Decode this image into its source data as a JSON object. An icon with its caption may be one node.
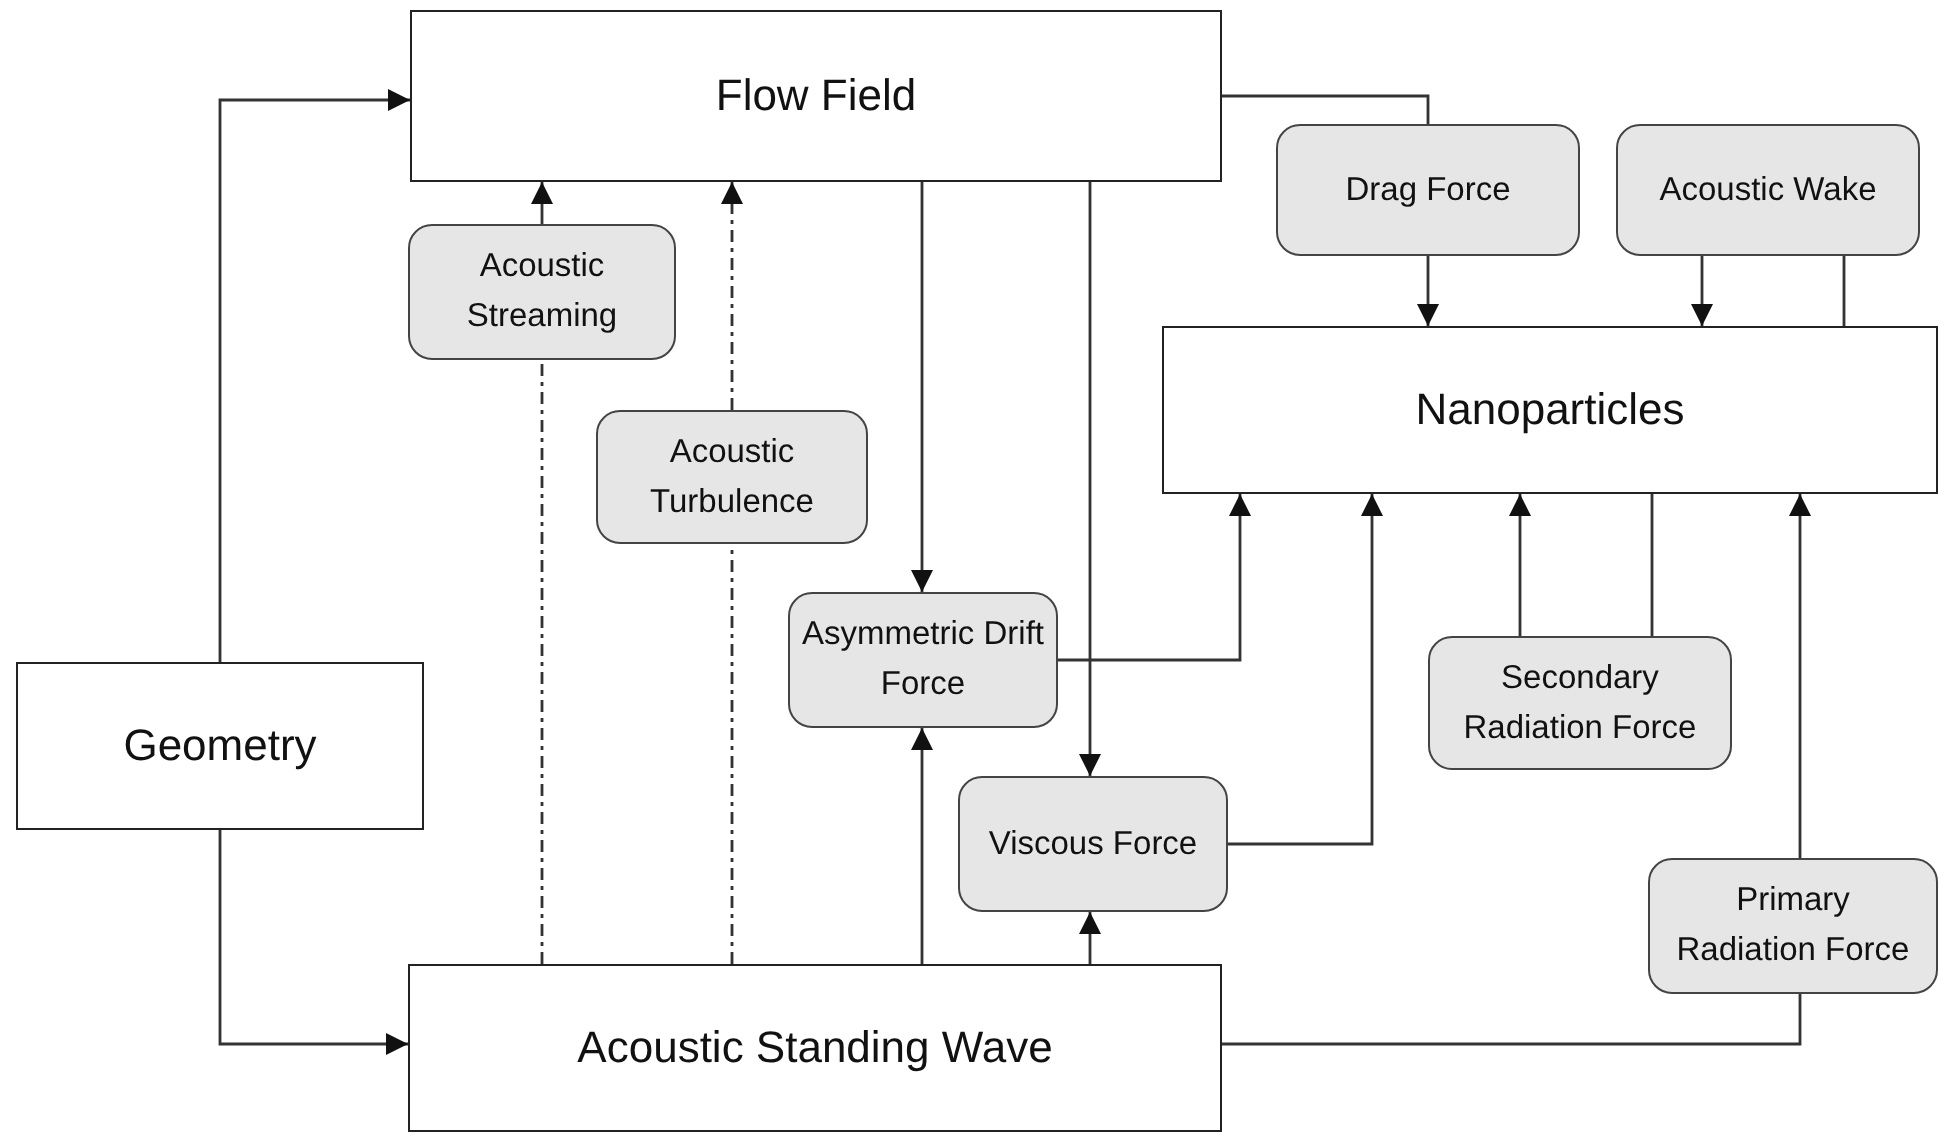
{
  "diagram": {
    "nodes": [
      {
        "text": [
          "Flow Field"
        ]
      },
      {
        "text": [
          "Drag Force"
        ]
      },
      {
        "text": [
          "Acoustic Wake"
        ]
      },
      {
        "text": [
          "Acoustic Streaming"
        ]
      },
      {
        "text": [
          "Nanoparticles"
        ]
      },
      {
        "text": [
          "Acoustic Turbulence"
        ]
      },
      {
        "text": [
          "Asymmetric Drift Force"
        ]
      },
      {
        "text": [
          "Geometry"
        ]
      },
      {
        "text": [
          "Secondary Radiation Force"
        ]
      },
      {
        "text": [
          "Viscous Force"
        ]
      },
      {
        "text": [
          "Primary Radiation Force"
        ]
      },
      {
        "text": [
          "Acoustic Standing Wave"
        ]
      }
    ],
    "edges": [
      {
        "from": 7,
        "to": 0,
        "arrow": "to"
      },
      {
        "from": 7,
        "to": 11,
        "arrow": "to"
      },
      {
        "from": 0,
        "to": 1,
        "arrow": "none"
      },
      {
        "from": 1,
        "to": 4,
        "arrow": "to"
      },
      {
        "from": 2,
        "to": 4,
        "arrow": "to"
      },
      {
        "from": 2,
        "to": 4,
        "arrow": "none"
      },
      {
        "from": 11,
        "to": 3,
        "arrow": "none",
        "style": "dashed"
      },
      {
        "from": 3,
        "to": 0,
        "arrow": "to"
      },
      {
        "from": 11,
        "to": 5,
        "arrow": "none",
        "style": "dashed"
      },
      {
        "from": 5,
        "to": 0,
        "arrow": "to",
        "style": "dashed"
      },
      {
        "from": 0,
        "to": 6,
        "arrow": "to"
      },
      {
        "from": 11,
        "to": 6,
        "arrow": "to"
      },
      {
        "from": 0,
        "to": 9,
        "arrow": "to"
      },
      {
        "from": 11,
        "to": 9,
        "arrow": "to"
      },
      {
        "from": 6,
        "to": 4,
        "arrow": "to"
      },
      {
        "from": 9,
        "to": 4,
        "arrow": "to"
      },
      {
        "from": 8,
        "to": 4,
        "arrow": "to"
      },
      {
        "from": 4,
        "to": 8,
        "arrow": "none"
      },
      {
        "from": 11,
        "to": 10,
        "arrow": "none"
      },
      {
        "from": 10,
        "to": 4,
        "arrow": "to"
      }
    ]
  }
}
